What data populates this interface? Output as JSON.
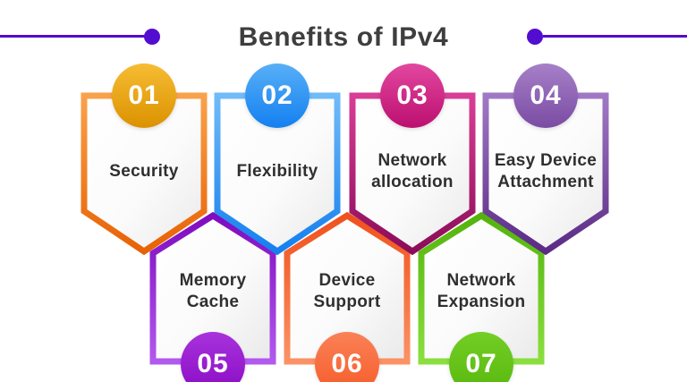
{
  "title": "Benefits of IPv4",
  "colors": {
    "accent_line": "#530DD0",
    "title_text": "#3E3E3E",
    "label_text": "#2F2F2F",
    "number_text": "#FFFFFF"
  },
  "shields": [
    {
      "number": "01",
      "label": "Security",
      "border_top": "#F9A24B",
      "border_bottom": "#E86204",
      "circle_top": "#F6BC33",
      "circle_bottom": "#DB9200"
    },
    {
      "number": "02",
      "label": "Flexibility",
      "border_top": "#70BBF8",
      "border_bottom": "#1580EF",
      "circle_top": "#58AFF7",
      "circle_bottom": "#1380F0"
    },
    {
      "number": "03",
      "label": "Network\nallocation",
      "border_top": "#D83E96",
      "border_bottom": "#8C0C59",
      "circle_top": "#E2479F",
      "circle_bottom": "#BC0F70"
    },
    {
      "number": "04",
      "label": "Easy Device\nAttachment",
      "border_top": "#A079C5",
      "border_bottom": "#5B2B85",
      "circle_top": "#A680C8",
      "circle_bottom": "#7A4BA3"
    },
    {
      "number": "05",
      "label": "Memory\nCache",
      "border_top": "#7F0ABF",
      "border_bottom": "#B259EE",
      "circle_top": "#A733DC",
      "circle_bottom": "#8A0AC4"
    },
    {
      "number": "06",
      "label": "Device\nSupport",
      "border_top": "#F0511C",
      "border_bottom": "#FB9266",
      "circle_top": "#FA8157",
      "circle_bottom": "#F65B28"
    },
    {
      "number": "07",
      "label": "Network\nExpansion",
      "border_top": "#53B30C",
      "border_bottom": "#8ADF3E",
      "circle_top": "#73CE26",
      "circle_bottom": "#57B70C"
    }
  ]
}
